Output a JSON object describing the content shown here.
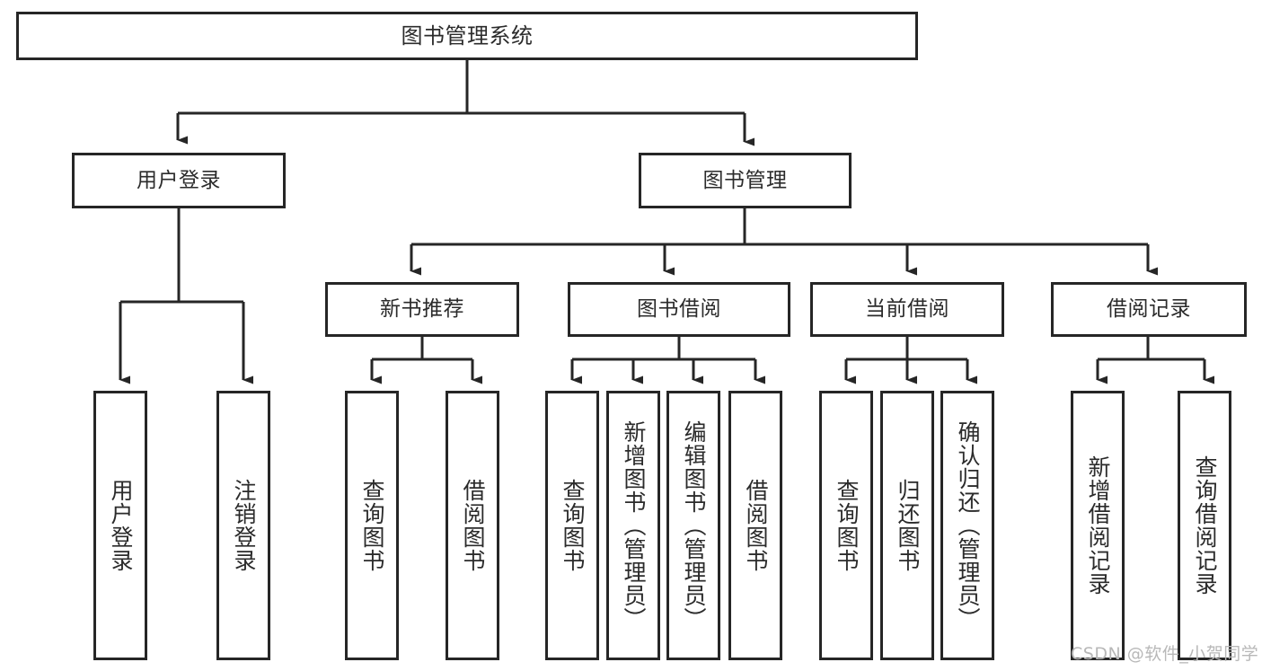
{
  "diagram": {
    "type": "hierarchy-tree",
    "title": "图书管理系统",
    "watermark": "CSDN @软件_小贺同学",
    "colors": {
      "stroke": "#262626",
      "text": "#2b2b2b",
      "background": "#ffffff",
      "watermark": "#b8b8b8"
    },
    "nodes": {
      "root": {
        "label": "图书管理系统"
      },
      "level2": [
        {
          "label": "用户登录"
        },
        {
          "label": "图书管理"
        }
      ],
      "level3": [
        {
          "label": "新书推荐"
        },
        {
          "label": "图书借阅"
        },
        {
          "label": "当前借阅"
        },
        {
          "label": "借阅记录"
        }
      ],
      "leaves": {
        "user_login": [
          {
            "label": "用户登录"
          },
          {
            "label": "注销登录"
          }
        ],
        "new_book_recommend": [
          {
            "label": "查询图书"
          },
          {
            "label": "借阅图书"
          }
        ],
        "book_borrow": [
          {
            "label": "查询图书"
          },
          {
            "label": "新增图书（管理员）"
          },
          {
            "label": "编辑图书（管理员）"
          },
          {
            "label": "借阅图书"
          }
        ],
        "current_borrow": [
          {
            "label": "查询图书"
          },
          {
            "label": "归还图书"
          },
          {
            "label": "确认归还（管理员）"
          }
        ],
        "borrow_record": [
          {
            "label": "新增借阅记录"
          },
          {
            "label": "查询借阅记录"
          }
        ]
      }
    }
  }
}
